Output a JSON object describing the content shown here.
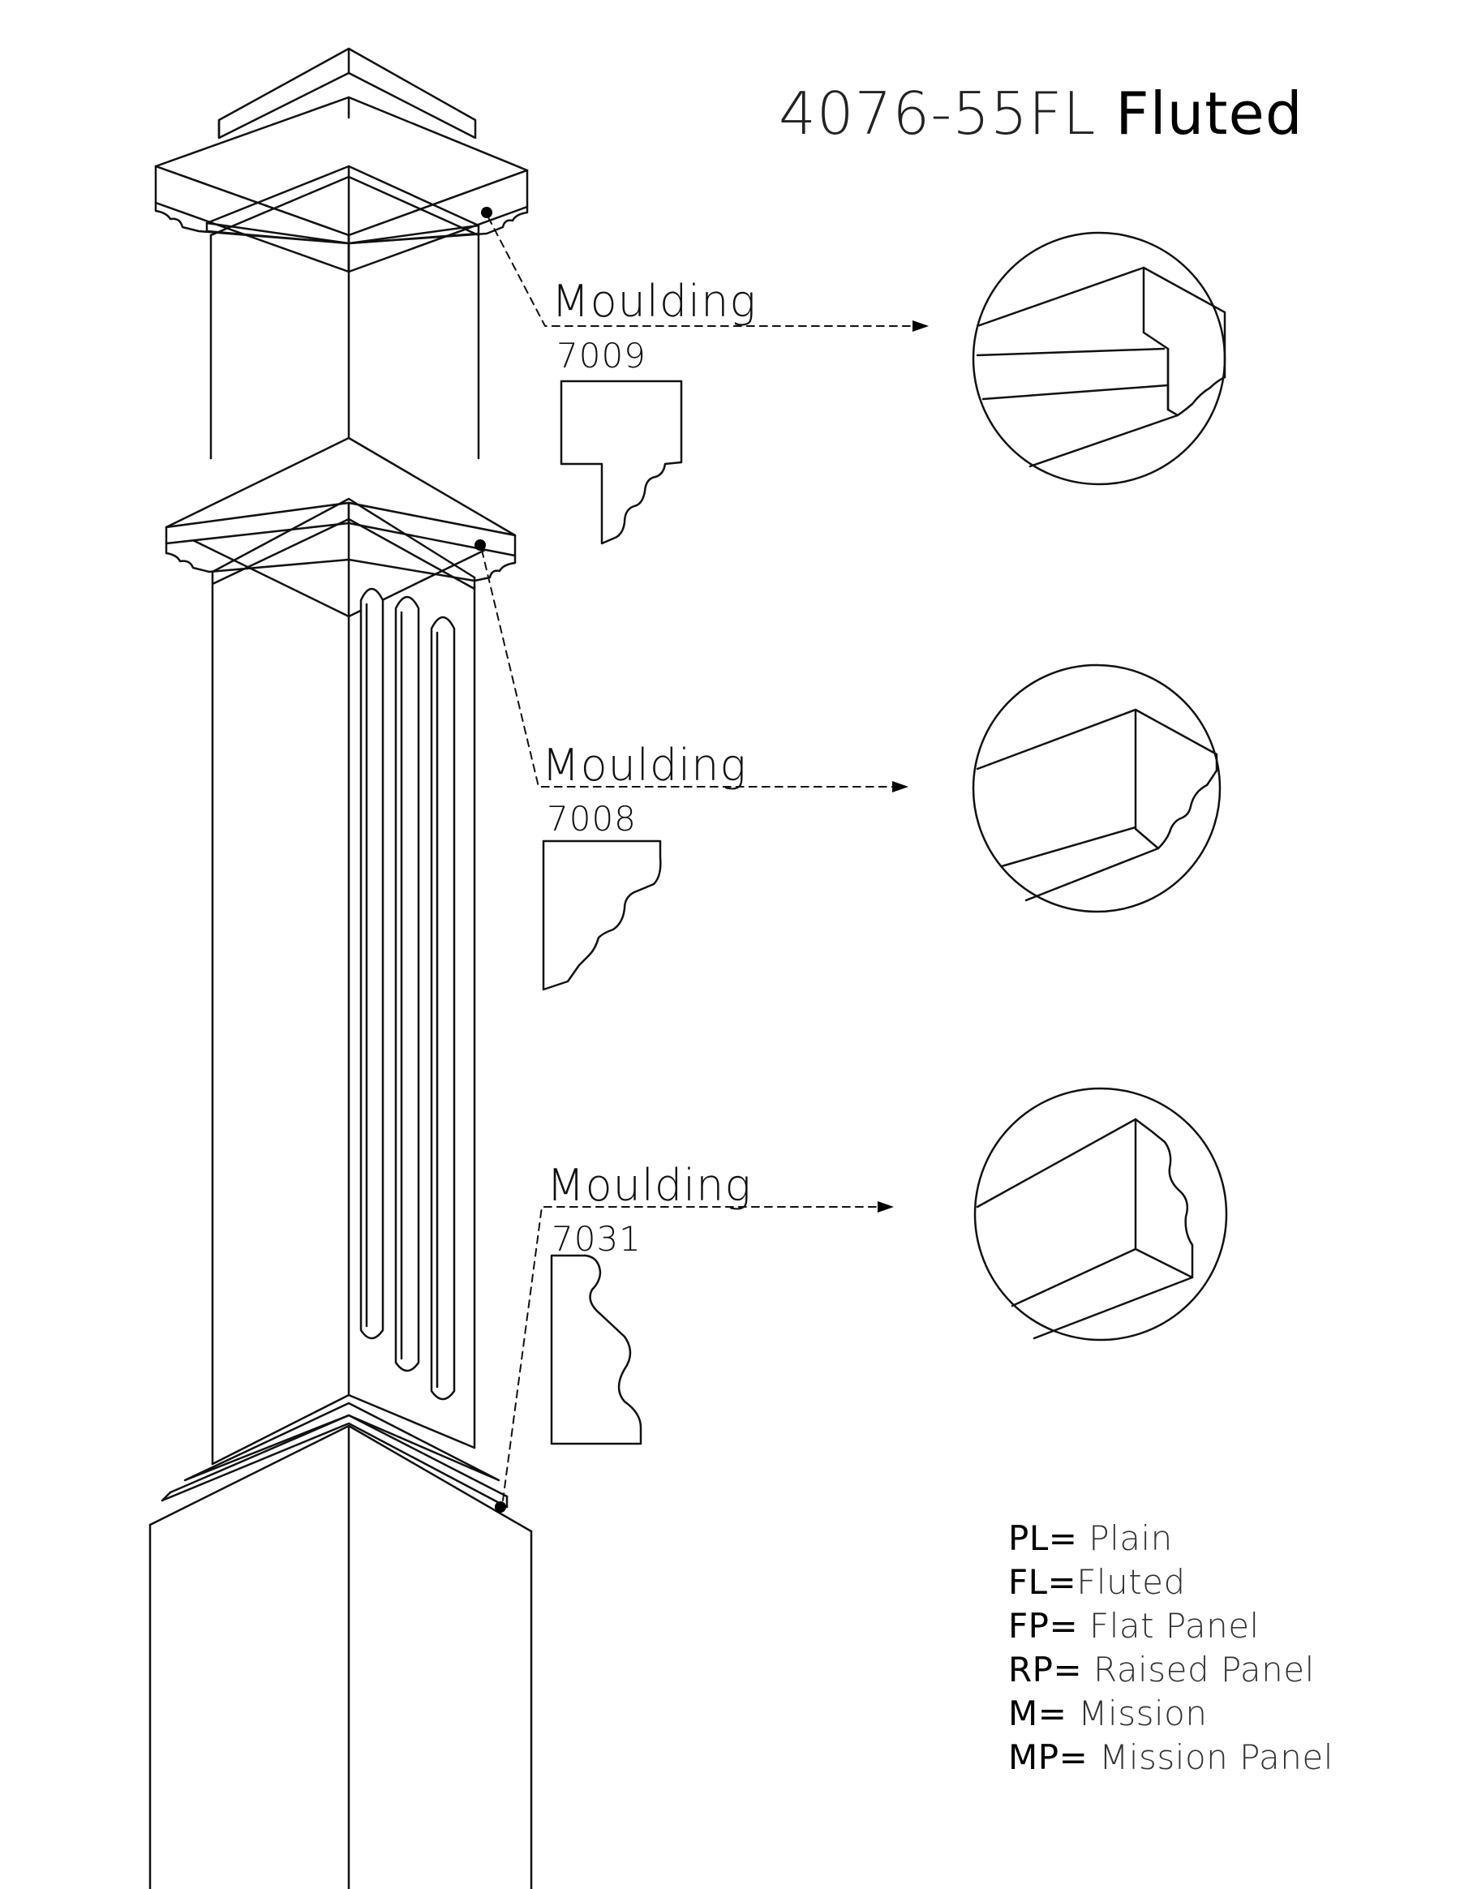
{
  "title": {
    "code": "4076-55FL",
    "style": "Fluted"
  },
  "mouldings": [
    {
      "label": "Moulding",
      "number": "7009"
    },
    {
      "label": "Moulding",
      "number": "7008"
    },
    {
      "label": "Moulding",
      "number": "7031"
    }
  ],
  "legend": [
    {
      "abbr": "PL=",
      "desc": " Plain"
    },
    {
      "abbr": "FL=",
      "desc": "Fluted"
    },
    {
      "abbr": "FP=",
      "desc": " Flat Panel"
    },
    {
      "abbr": "RP=",
      "desc": " Raised Panel"
    },
    {
      "abbr": "M=",
      "desc": " Mission"
    },
    {
      "abbr": "MP=",
      "desc": " Mission Panel"
    }
  ]
}
